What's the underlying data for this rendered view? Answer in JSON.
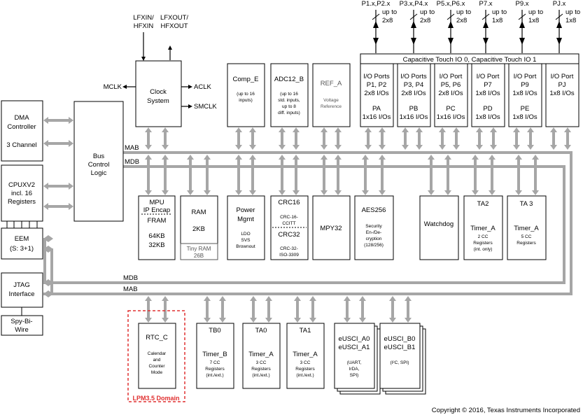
{
  "title": "",
  "io_ports": {
    "top_labels": [
      "P1.x,P2.x",
      "P3.x,P4.x",
      "P5.x,P6.x",
      "P7.x",
      "P9.x",
      "PJ.x"
    ],
    "up_to": [
      "up to",
      "up to",
      "up to",
      "up to",
      "up to",
      "up to"
    ],
    "widths": [
      "2x8",
      "2x8",
      "2x8",
      "1x8",
      "1x8",
      "1x8"
    ],
    "captouch_bar": "Capacitive Touch IO 0, Capacitive Touch IO 1",
    "ports": [
      {
        "l1": "I/O Ports",
        "l2": "P1, P2",
        "l3": "2x8 I/Os",
        "l4": "PA",
        "l5": "1x16 I/Os"
      },
      {
        "l1": "I/O Ports",
        "l2": "P3, P4",
        "l3": "2x8 I/Os",
        "l4": "PB",
        "l5": "1x16 I/Os"
      },
      {
        "l1": "I/O Port",
        "l2": "P5, P6",
        "l3": "2x8 I/Os",
        "l4": "PC",
        "l5": "1x16 I/Os"
      },
      {
        "l1": "I/O Port",
        "l2": "P7",
        "l3": "1x8 I/Os",
        "l4": "PD",
        "l5": "1x8 I/Os"
      },
      {
        "l1": "I/O Port",
        "l2": "P9",
        "l3": "1x8 I/Os",
        "l4": "PE",
        "l5": "1x8 I/Os"
      },
      {
        "l1": "I/O Port",
        "l2": "PJ",
        "l3": "1x8 I/Os",
        "l4": "",
        "l5": ""
      }
    ]
  },
  "clock": {
    "lfxin": "LFXIN/",
    "hfxin": "HFXIN",
    "lfxout": "LFXOUT/",
    "hfxout": "HFXOUT",
    "title1": "Clock",
    "title2": "System",
    "mclk": "MCLK",
    "aclk": "ACLK",
    "smclk": "SMCLK"
  },
  "dma": {
    "l1": "DMA",
    "l2": "Controller",
    "l3": "3 Channel"
  },
  "cpu": {
    "l1": "CPUXV2",
    "l2": "incl. 16",
    "l3": "Registers"
  },
  "eem": {
    "l1": "EEM",
    "l2": "(S: 3+1)"
  },
  "jtag": {
    "l1": "JTAG",
    "l2": "Interface"
  },
  "sbw": {
    "l1": "Spy-Bi-",
    "l2": "Wire"
  },
  "bus_ctrl": {
    "l1": "Bus",
    "l2": "Control",
    "l3": "Logic"
  },
  "bus_labels": {
    "mab_top": "MAB",
    "mdb_top": "MDB",
    "mdb_bottom": "MDB",
    "mab_bottom": "MAB"
  },
  "comp": {
    "title": "Comp_E",
    "d1": "(up to 16",
    "d2": "inputs)"
  },
  "adc": {
    "title": "ADC12_B",
    "d1": "(up to 16",
    "d2": "std. inputs,",
    "d3": "up to 8",
    "d4": "diff. inputs)"
  },
  "ref": {
    "title": "REF_A",
    "d1": "Voltage",
    "d2": "Reference"
  },
  "mpu": {
    "l1": "MPU",
    "l2": "IP Encap",
    "l3": "FRAM",
    "l4": "64KB",
    "l5": "32KB"
  },
  "ram": {
    "l1": "RAM",
    "l2": "2KB",
    "tiny1": "Tiny RAM",
    "tiny2": "26B"
  },
  "power": {
    "l1": "Power",
    "l2": "Mgmt",
    "d1": "LDO",
    "d2": "SVS",
    "d3": "Brownout"
  },
  "crc": {
    "l1": "CRC16",
    "d1": "CRC-16-",
    "d2": "CCITT",
    "l2": "CRC32",
    "d3": "CRC-32-",
    "d4": "ISO-3309"
  },
  "mpy": {
    "l1": "MPY32"
  },
  "aes": {
    "l1": "AES256",
    "d1": "Security",
    "d2": "En-/De-",
    "d3": "cryption",
    "d4": "(128/256)"
  },
  "watchdog": {
    "l1": "Watchdog"
  },
  "ta2": {
    "l1": "TA2",
    "l2": "Timer_A",
    "d1": "2 CC",
    "d2": "Registers",
    "d3": "(int. only)"
  },
  "ta3": {
    "l1": "TA 3",
    "l2": "Timer_A",
    "d1": "5 CC",
    "d2": "Registers"
  },
  "rtc": {
    "l1": "RTC_C",
    "d1": "Calendar",
    "d2": "and",
    "d3": "Counter",
    "d4": "Mode",
    "domain": "LPM3.5 Domain"
  },
  "tb0": {
    "l1": "TB0",
    "l2": "Timer_B",
    "d1": "7 CC",
    "d2": "Registers",
    "d3": "(int./ext.)"
  },
  "ta0": {
    "l1": "TA0",
    "l2": "Timer_A",
    "d1": "3 CC",
    "d2": "Registers",
    "d3": "(int./ext.)"
  },
  "ta1": {
    "l1": "TA1",
    "l2": "Timer_A",
    "d1": "3 CC",
    "d2": "Registers",
    "d3": "(int./ext.)"
  },
  "eusci_a": {
    "l1": "eUSCI_A0",
    "l2": "eUSCI_A1",
    "d1": "(UART,",
    "d2": "IrDA,",
    "d3": "SPI)"
  },
  "eusci_b": {
    "l1": "eUSCI_B0",
    "l2": "eUSCI_B1",
    "d1": "(I²C, SPI)"
  },
  "copyright": "Copyright © 2016, Texas Instruments Incorporated",
  "colors": {
    "bus": "#a6a6a6",
    "lpm_domain": "#e03030",
    "tiny_ram": "#555555"
  }
}
